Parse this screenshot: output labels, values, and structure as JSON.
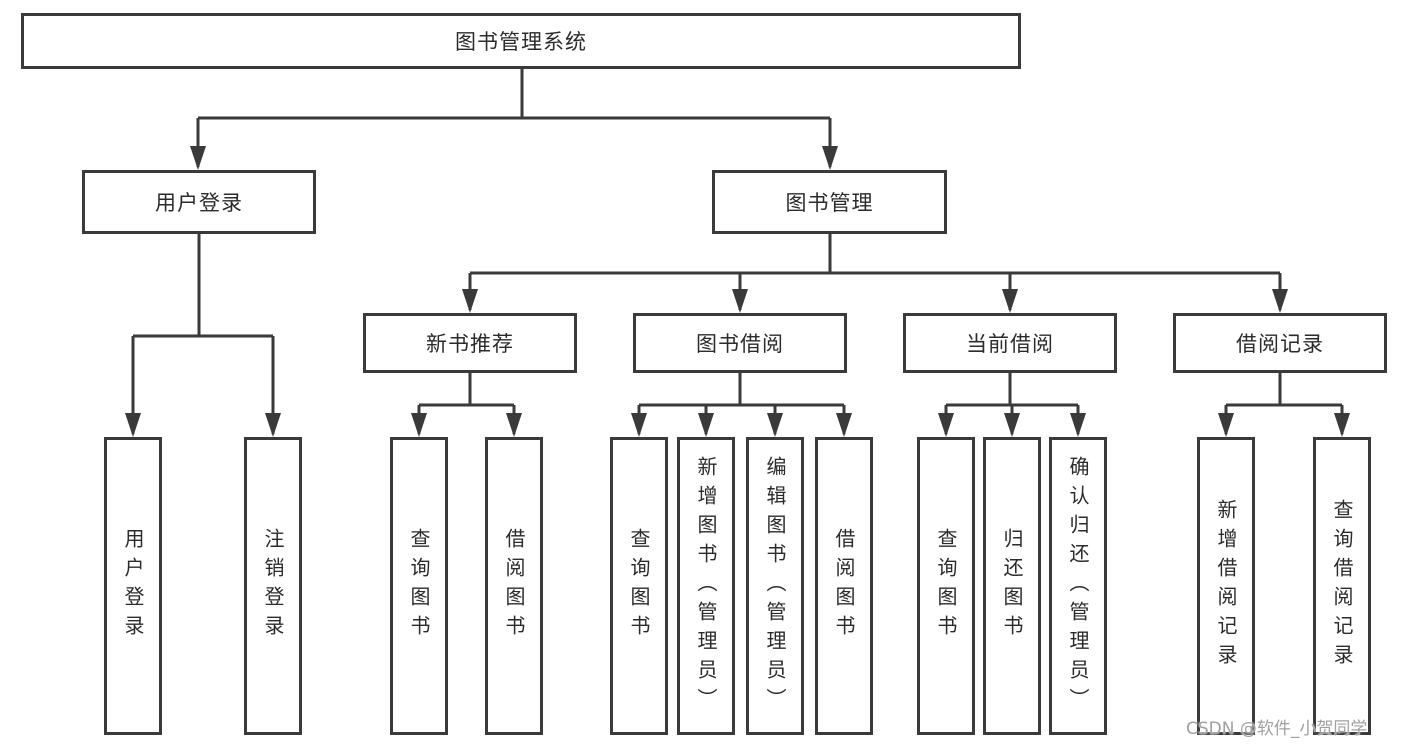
{
  "diagram": {
    "root": {
      "label": "图书管理系统"
    },
    "branches": [
      {
        "label": "用户登录",
        "leaves": [
          "用户登录",
          "注销登录"
        ]
      },
      {
        "label": "图书管理",
        "sections": [
          {
            "label": "新书推荐",
            "leaves": [
              "查询图书",
              "借阅图书"
            ]
          },
          {
            "label": "图书借阅",
            "leaves": [
              "查询图书",
              "新增图书（管理员）",
              "编辑图书（管理员）",
              "借阅图书"
            ]
          },
          {
            "label": "当前借阅",
            "leaves": [
              "查询图书",
              "归还图书",
              "确认归还（管理员）"
            ]
          },
          {
            "label": "借阅记录",
            "leaves": [
              "新增借阅记录",
              "查询借阅记录"
            ]
          }
        ]
      }
    ]
  },
  "watermark": "CSDN @软件_小贺同学",
  "colors": {
    "line": "#3a3a3a",
    "text": "#2b2b2b",
    "background": "#ffffff",
    "watermark": "#a0a0a0"
  }
}
